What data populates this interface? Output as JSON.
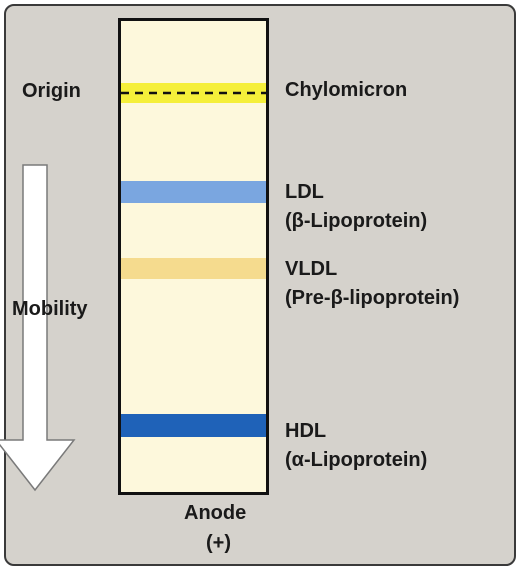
{
  "colors": {
    "background": "#d5d2cc",
    "gel": "#fdf8dc",
    "origin_band": "#f5ef3a",
    "ldl_band": "#7aa6e0",
    "vldl_band": "#f5db8e",
    "hdl_band": "#1f62b8",
    "arrow_fill": "#ffffff"
  },
  "labels": {
    "origin": "Origin",
    "mobility": "Mobility",
    "anode": "Anode",
    "anode_sign": "(+)"
  },
  "bands": {
    "chylomicron": {
      "name": "Chylomicron"
    },
    "ldl": {
      "name": "LDL",
      "alias": "(β-Lipoprotein)"
    },
    "vldl": {
      "name": "VLDL",
      "alias": "(Pre-β-lipoprotein)"
    },
    "hdl": {
      "name": "HDL",
      "alias": "(α-Lipoprotein)"
    }
  }
}
